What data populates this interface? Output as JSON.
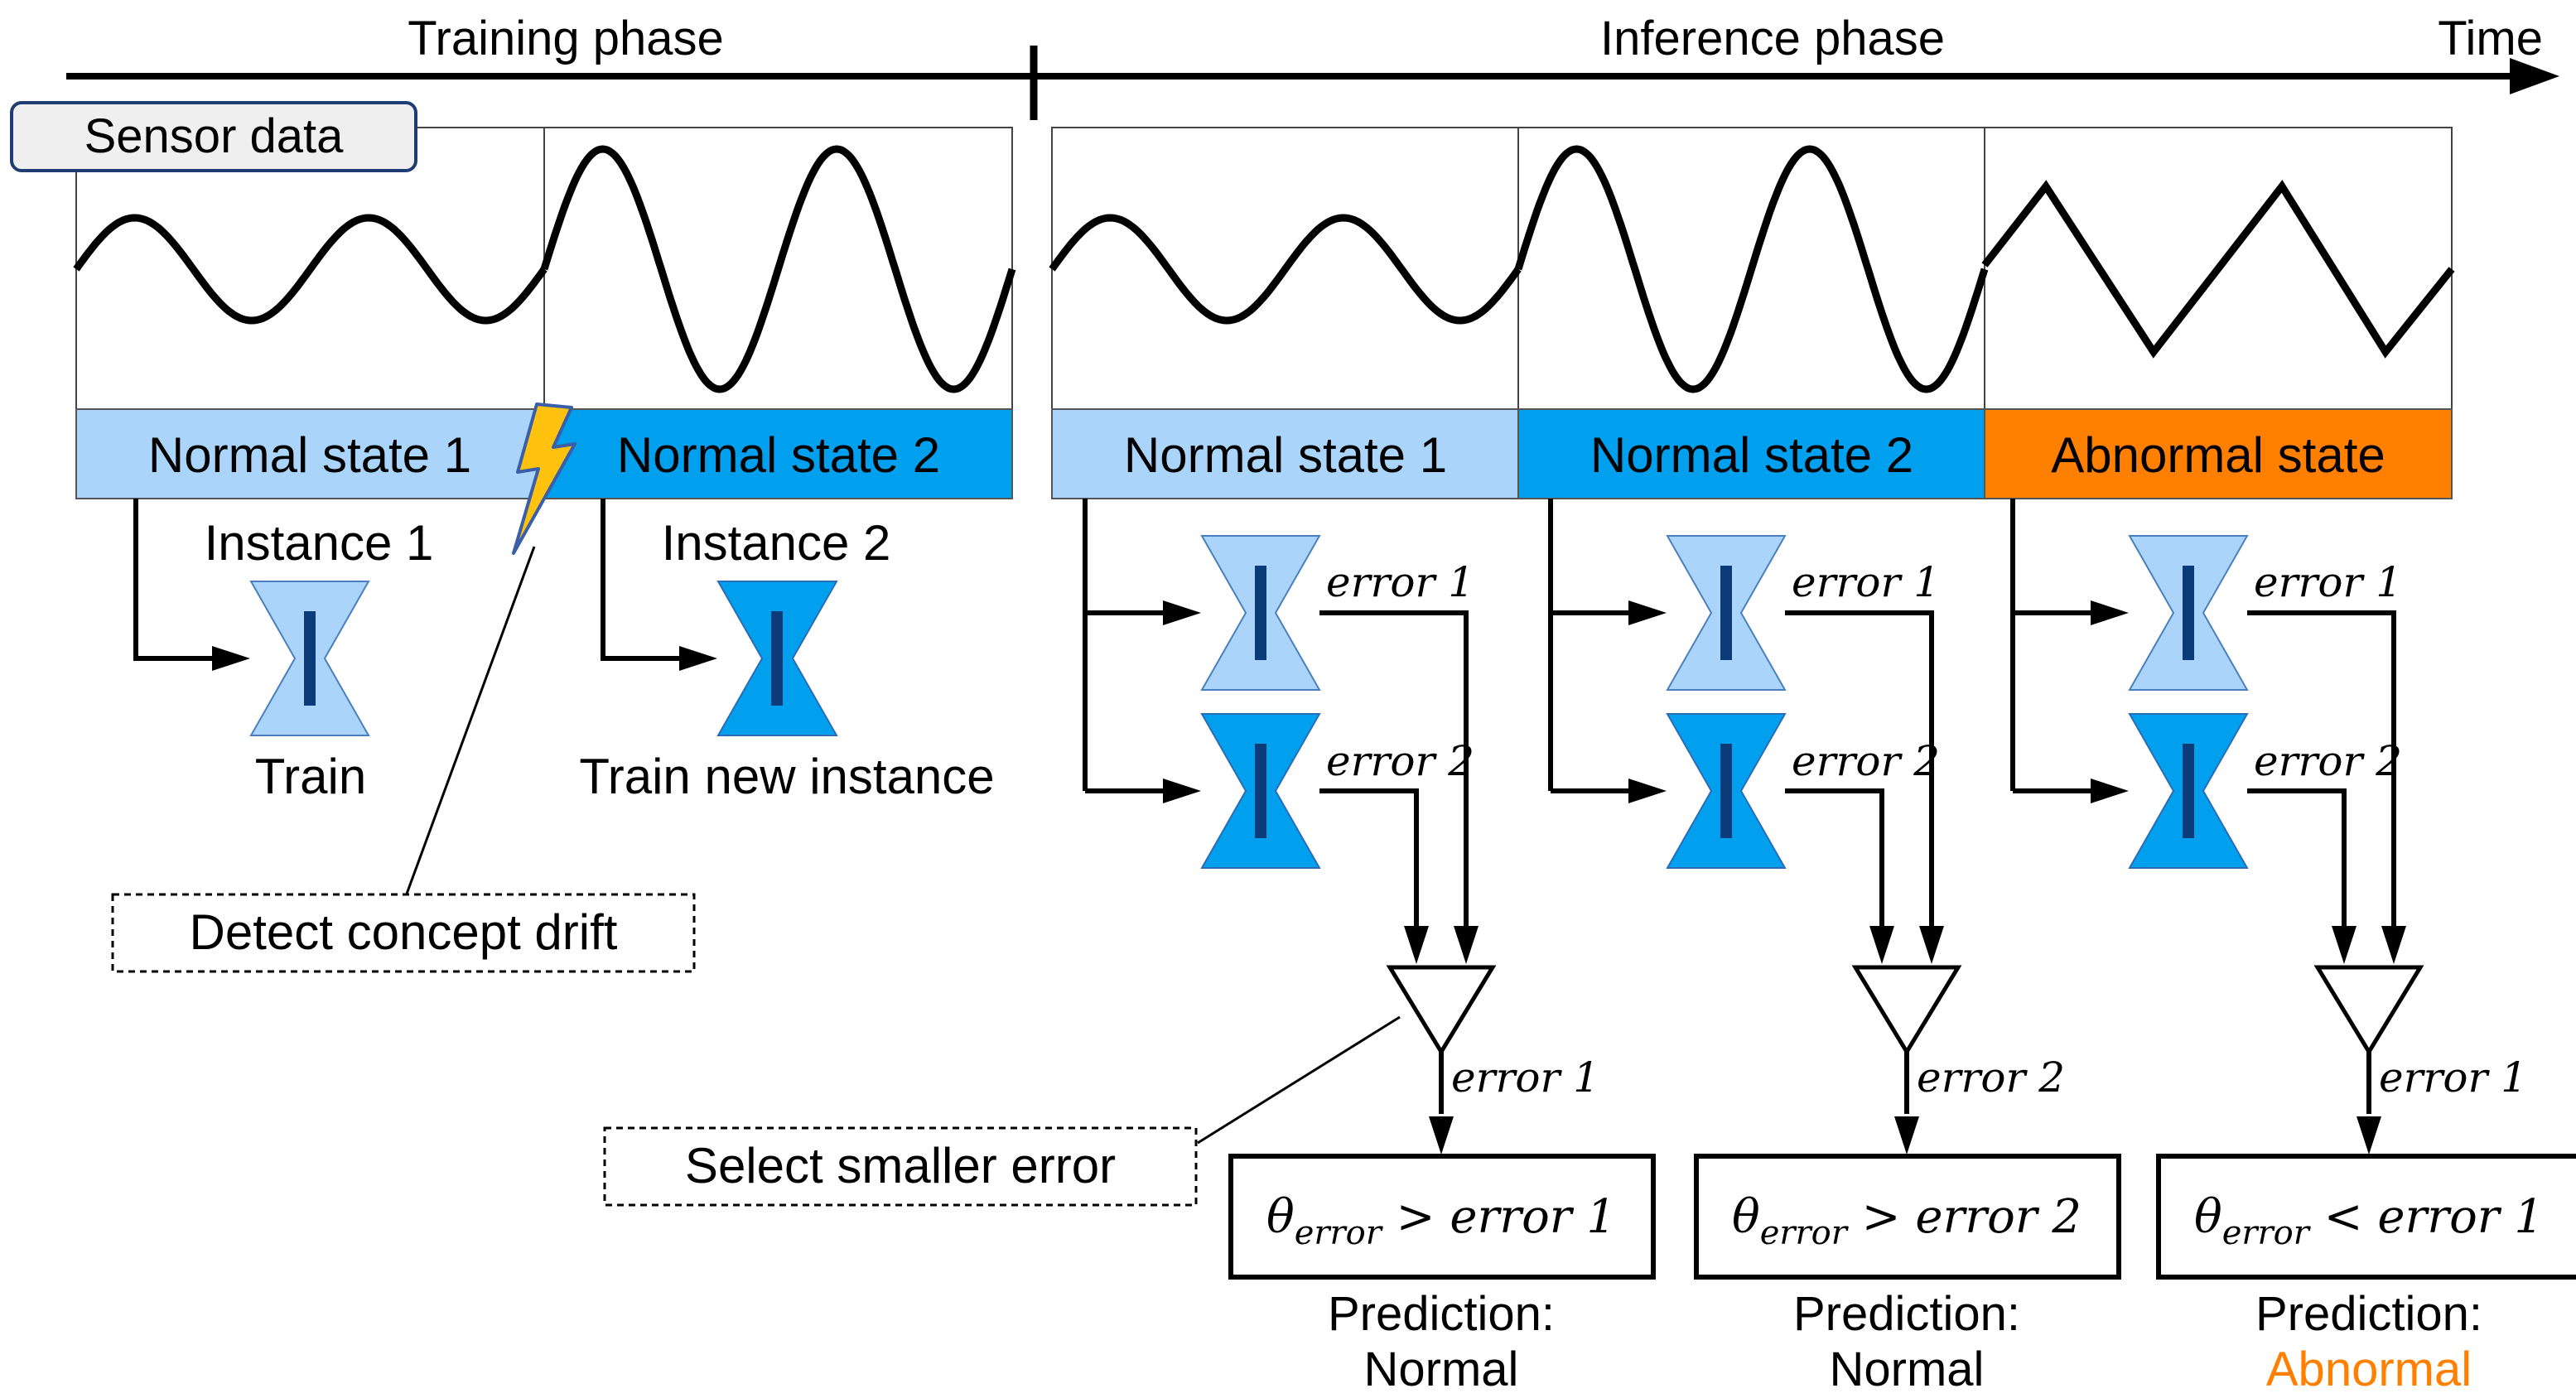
{
  "timeline": {
    "training_label": "Training phase",
    "inference_label": "Inference phase",
    "time_label": "Time"
  },
  "sensor_tag": "Sensor data",
  "states": {
    "t_normal1": "Normal state 1",
    "t_normal2": "Normal state 2",
    "i_normal1": "Normal state 1",
    "i_normal2": "Normal state 2",
    "i_abnormal": "Abnormal state"
  },
  "training": {
    "instance1": "Instance 1",
    "instance2": "Instance 2",
    "train": "Train",
    "train_new": "Train new instance"
  },
  "callouts": {
    "detect_drift": "Detect concept drift",
    "select_smaller": "Select smaller error"
  },
  "errors": {
    "e1": "error 1",
    "e2": "error 2"
  },
  "columns": [
    {
      "selected": "error 1",
      "theta": "θ",
      "theta_sub": "error",
      "comparison": "> error 1",
      "pred_label": "Prediction:",
      "pred_value": "Normal"
    },
    {
      "selected": "error 2",
      "theta": "θ",
      "theta_sub": "error",
      "comparison": "> error 2",
      "pred_label": "Prediction:",
      "pred_value": "Normal"
    },
    {
      "selected": "error 1",
      "theta": "θ",
      "theta_sub": "error",
      "comparison": "< error 1",
      "pred_label": "Prediction:",
      "pred_value": "Abnormal"
    }
  ],
  "colors": {
    "light_blue": "#aad4fa",
    "blue": "#00a0ee",
    "orange": "#ff7f00",
    "abnormal_text": "#ff7f00",
    "bolt": "#ffc20e",
    "bottleneck": "#0b3b78",
    "tag_border": "#1f3d73",
    "tag_fill": "#efefef"
  }
}
